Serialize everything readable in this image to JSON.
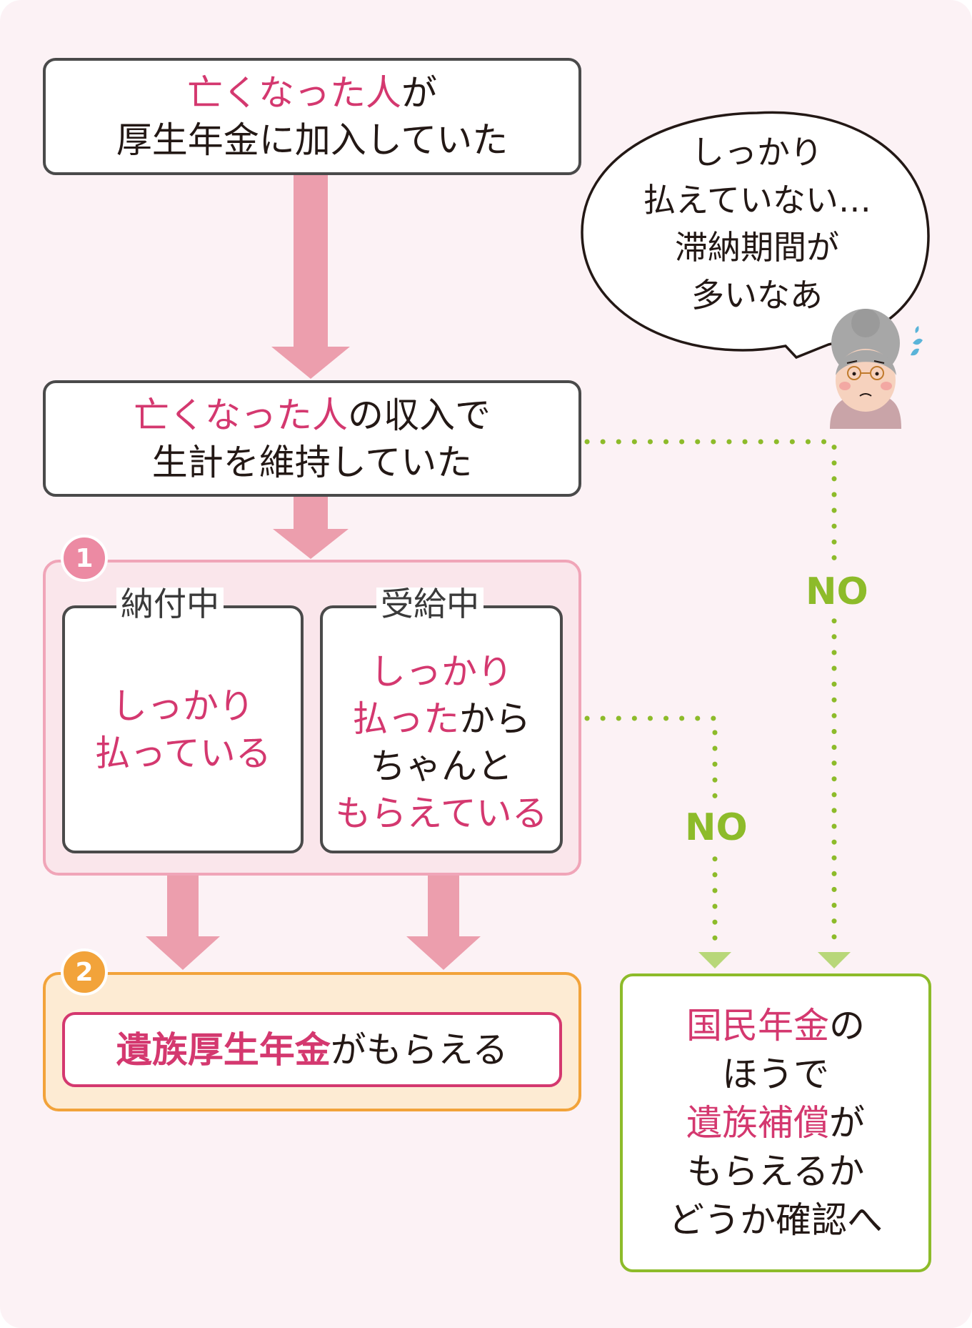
{
  "flow": {
    "top_box": {
      "part1": "亡くなった人",
      "part2": "が",
      "line2": "厚生年金に加入していた"
    },
    "second_box": {
      "part1": "亡くなった人",
      "part2": "の収入で",
      "line2": "生計を維持していた"
    },
    "group1": {
      "badge": "1",
      "left": {
        "legend": "納付中",
        "line1": "しっかり",
        "line2": "払っている"
      },
      "right": {
        "legend": "受給中",
        "line1": "しっかり",
        "line2_a": "払った",
        "line2_b": "から",
        "line3": "ちゃんと",
        "line4": "もらえている"
      }
    },
    "group2": {
      "badge": "2",
      "part1": "遺族厚生年金",
      "part2": "がもらえる"
    },
    "result_box": {
      "l1_a": "国民年金",
      "l1_b": "の",
      "l2": "ほうで",
      "l3_a": "遺族補償",
      "l3_b": "が",
      "l4": "もらえるか",
      "l5": "どうか確認へ"
    },
    "no_label": "NO"
  },
  "bubble": {
    "line1": "しっかり",
    "line2": "払えていない…",
    "line3": "滞納期間が",
    "line4": "多いなあ"
  },
  "colors": {
    "pink_text": "#d4386f",
    "arrow": "#ec9ead",
    "green": "#8dbb2a",
    "orange": "#f2a33a",
    "group_border": "#f0a5b8"
  }
}
